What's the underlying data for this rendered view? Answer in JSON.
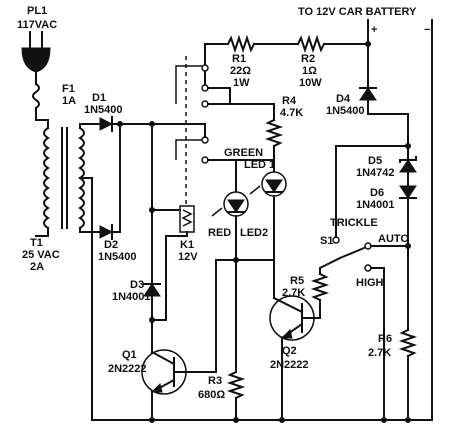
{
  "battery": {
    "label": "TO 12V CAR BATTERY",
    "plus": "+",
    "minus": "−"
  },
  "plug": {
    "ref": "PL1",
    "value": "117VAC"
  },
  "fuse": {
    "ref": "F1",
    "value": "1A"
  },
  "transformer": {
    "ref": "T1",
    "value1": "25 VAC",
    "value2": "2A"
  },
  "d1": {
    "ref": "D1",
    "value": "1N5400"
  },
  "d2": {
    "ref": "D2",
    "value": "1N5400"
  },
  "d3": {
    "ref": "D3",
    "value": "1N4001"
  },
  "d4": {
    "ref": "D4",
    "value": "1N5400"
  },
  "d5": {
    "ref": "D5",
    "value": "1N4742"
  },
  "d6": {
    "ref": "D6",
    "value": "1N4001"
  },
  "r1": {
    "ref": "R1",
    "value1": "22Ω",
    "value2": "1W"
  },
  "r2": {
    "ref": "R2",
    "value1": "1Ω",
    "value2": "10W"
  },
  "r3": {
    "ref": "R3",
    "value": "680Ω"
  },
  "r4": {
    "ref": "R4",
    "value": "4.7K"
  },
  "r5": {
    "ref": "R5",
    "value": "2.7K"
  },
  "r6": {
    "ref": "R6",
    "value": "2.7K"
  },
  "led1": {
    "color": "GREEN",
    "ref": "LED 1"
  },
  "led2": {
    "color": "RED",
    "ref": "LED2"
  },
  "relay": {
    "ref": "K1",
    "value": "12V"
  },
  "q1": {
    "ref": "Q1",
    "value": "2N2222"
  },
  "q2": {
    "ref": "Q2",
    "value": "2N2222"
  },
  "switch": {
    "ref": "S1",
    "trickle": "TRICKLE",
    "auto": "AUTO",
    "high": "HIGH"
  }
}
